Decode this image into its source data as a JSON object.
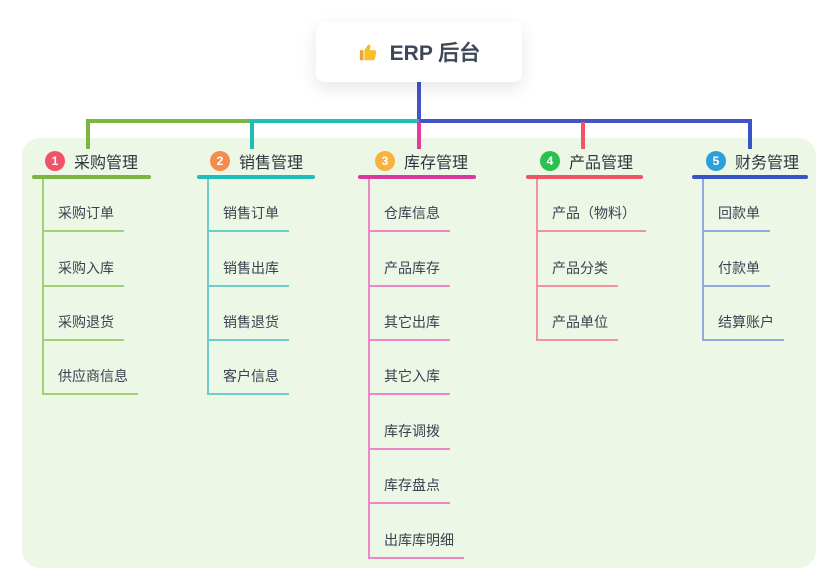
{
  "root": {
    "label": "ERP 后台",
    "icon": "thumbs-up-icon"
  },
  "branches": [
    {
      "badge": "1",
      "label": "采购管理",
      "color": "#7cb63f",
      "light_color": "#a3cf79",
      "badge_color": "#f25268",
      "children": [
        "采购订单",
        "采购入库",
        "采购退货",
        "供应商信息"
      ]
    },
    {
      "badge": "2",
      "label": "销售管理",
      "color": "#1fbdb8",
      "light_color": "#6ecdc6",
      "badge_color": "#f58b4c",
      "children": [
        "销售订单",
        "销售出库",
        "销售退货",
        "客户信息"
      ]
    },
    {
      "badge": "3",
      "label": "库存管理",
      "color": "#d83a9e",
      "light_color": "#ef86c5",
      "badge_color": "#f8b33e",
      "children": [
        "仓库信息",
        "产品库存",
        "其它出库",
        "其它入库",
        "库存调拨",
        "库存盘点",
        "出库库明细"
      ]
    },
    {
      "badge": "4",
      "label": "产品管理",
      "color": "#ee5566",
      "light_color": "#f4939d",
      "badge_color": "#27c24f",
      "children": [
        "产品（物料）",
        "产品分类",
        "产品单位"
      ]
    },
    {
      "badge": "5",
      "label": "财务管理",
      "color": "#3a53c6",
      "light_color": "#94a7e2",
      "badge_color": "#2ba0dd",
      "children": [
        "回款单",
        "付款单",
        "结算账户"
      ]
    }
  ],
  "colors": {
    "panel_bg": "#ecf7e6",
    "root_connector": "#4353c9",
    "branch_colors": [
      "#7cb63f",
      "#1fbdb8",
      "#d83a9e",
      "#ee5566",
      "#3a53c6"
    ],
    "branch_light_colors": [
      "#a3cf79",
      "#6ecdc6",
      "#ef86c5",
      "#f4939d",
      "#94a7e2"
    ],
    "badge_colors": [
      "#f25268",
      "#f58b4c",
      "#f8b33e",
      "#27c24f",
      "#2ba0dd"
    ],
    "drop_colors": [
      "#7cb63f",
      "#1fbdb8",
      "#e23a9e",
      "#ee5566",
      "#3a53c6"
    ]
  }
}
